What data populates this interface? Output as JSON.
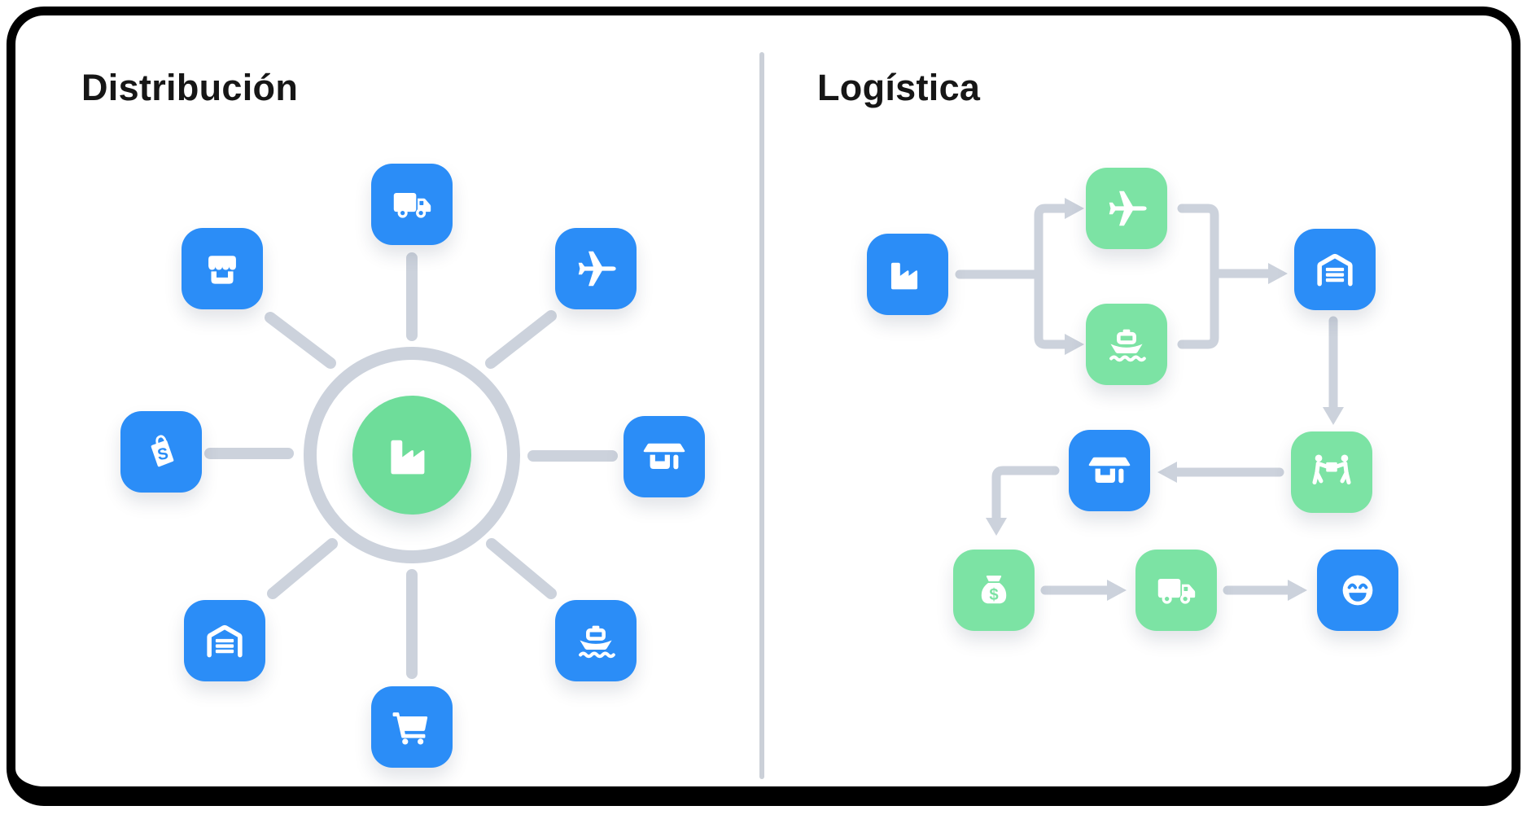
{
  "panels": {
    "left": {
      "title": "Distribución",
      "hub": {
        "icon": "factory"
      },
      "nodes": [
        {
          "id": "truck",
          "icon": "truck",
          "color": "blue"
        },
        {
          "id": "plane",
          "icon": "plane",
          "color": "blue"
        },
        {
          "id": "storefront",
          "icon": "store-awning",
          "color": "blue"
        },
        {
          "id": "shopify",
          "icon": "shopify-bag",
          "color": "blue"
        },
        {
          "id": "stall",
          "icon": "market-stall",
          "color": "blue"
        },
        {
          "id": "warehouse",
          "icon": "warehouse",
          "color": "blue"
        },
        {
          "id": "cart",
          "icon": "cart",
          "color": "blue"
        },
        {
          "id": "ship",
          "icon": "ship",
          "color": "blue"
        }
      ]
    },
    "right": {
      "title": "Logística",
      "nodes": [
        {
          "id": "factory",
          "icon": "factory",
          "color": "blue"
        },
        {
          "id": "plane",
          "icon": "plane",
          "color": "green"
        },
        {
          "id": "ship",
          "icon": "ship",
          "color": "green"
        },
        {
          "id": "warehouse",
          "icon": "warehouse",
          "color": "blue"
        },
        {
          "id": "movers",
          "icon": "movers",
          "color": "green"
        },
        {
          "id": "store",
          "icon": "market-stall",
          "color": "blue"
        },
        {
          "id": "money",
          "icon": "money-bag",
          "color": "green"
        },
        {
          "id": "truck",
          "icon": "truck",
          "color": "green"
        },
        {
          "id": "smiley",
          "icon": "smiley",
          "color": "blue"
        }
      ]
    }
  },
  "glyphs": {
    "shopify_letter": "S",
    "money_symbol": "$"
  },
  "colors": {
    "tile_blue": "#2B8DF7",
    "tile_green": "#7CE3A4",
    "hub_green": "#6EDD9A",
    "connector": "#CCD2DC",
    "frame": "#000000",
    "text": "#161616",
    "divider": "#CBD0D8"
  }
}
